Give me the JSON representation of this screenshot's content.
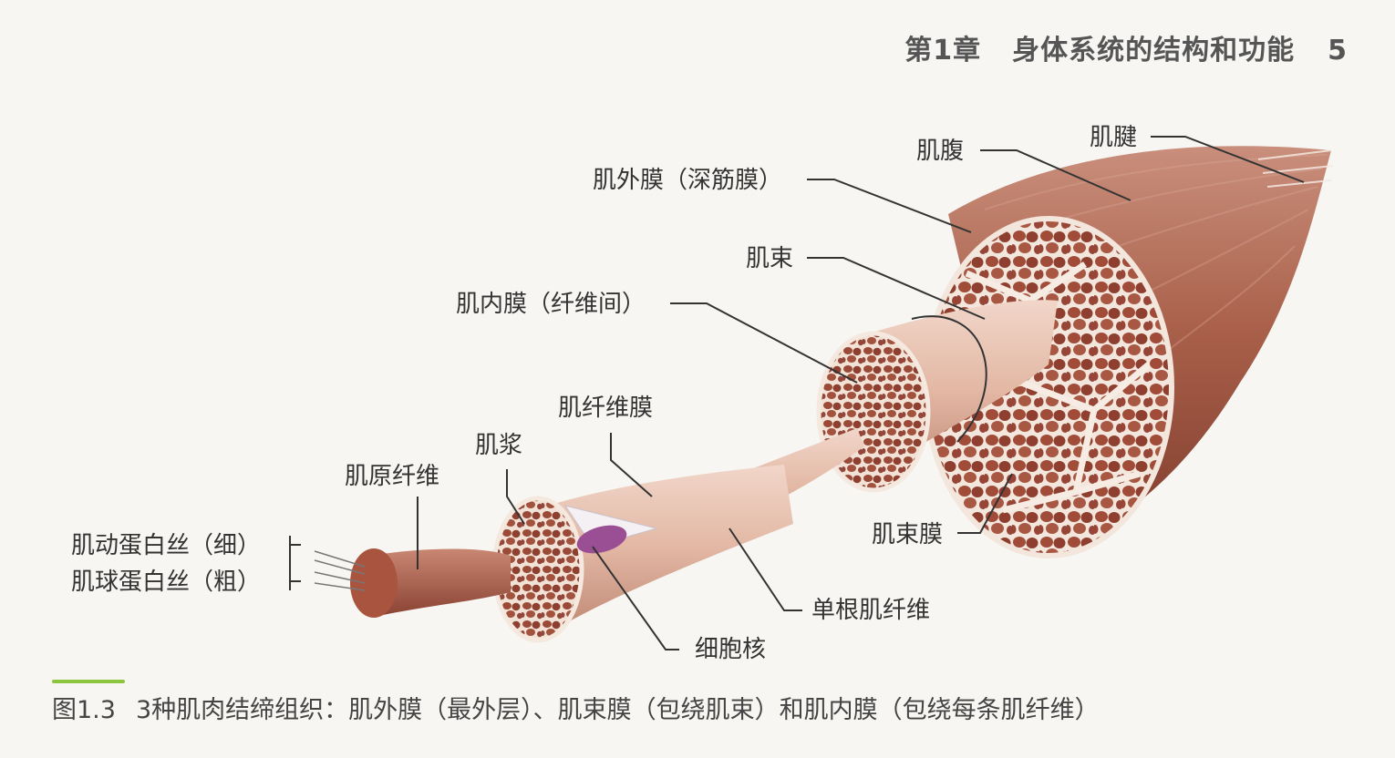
{
  "header": {
    "chapter": "第1章",
    "title": "身体系统的结构和功能",
    "page_number": "5"
  },
  "labels": {
    "tendon": "肌腱",
    "belly": "肌腹",
    "epimysium": "肌外膜（深筋膜）",
    "fascicle": "肌束",
    "endomysium": "肌内膜（纤维间）",
    "sarcolemma": "肌纤维膜",
    "sarcoplasm": "肌浆",
    "myofibril": "肌原纤维",
    "actin": "肌动蛋白丝（细）",
    "myosin": "肌球蛋白丝（粗）",
    "perimysium": "肌束膜",
    "single_fiber": "单根肌纤维",
    "nucleus": "细胞核"
  },
  "caption": {
    "figure_number": "图1.3",
    "text": "3种肌肉结缔组织：肌外膜（最外层）、肌束膜（包绕肌束）和肌内膜（包绕每条肌纤维）"
  },
  "colors": {
    "muscle_dark": "#8a3a2a",
    "muscle_mid": "#b56a55",
    "muscle_light": "#d9a898",
    "connective": "#f3e6dc",
    "caption_rule": "#8cc63f"
  }
}
